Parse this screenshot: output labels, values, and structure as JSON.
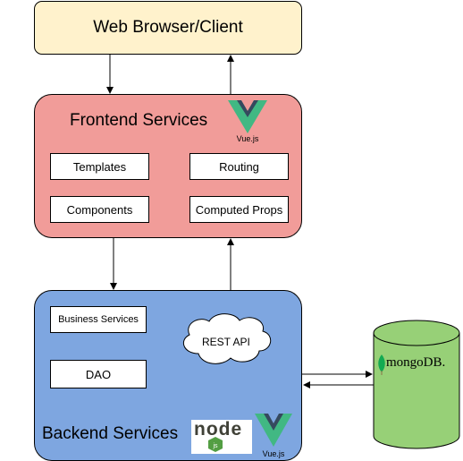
{
  "client": {
    "label": "Web Browser/Client"
  },
  "frontend": {
    "title": "Frontend Services",
    "vue_label": "Vue.js",
    "components": [
      "Templates",
      "Routing",
      "Components",
      "Computed Props"
    ]
  },
  "backend": {
    "title": "Backend Services",
    "components": [
      "Business Services",
      "DAO"
    ],
    "cloud_label": "REST API",
    "vue_label": "Vue.js",
    "node_logo_text": "node"
  },
  "database": {
    "label": "mongoDB."
  },
  "colors": {
    "client_fill": "#fff2cc",
    "frontend_fill": "#f19c99",
    "backend_fill": "#7ea6e0",
    "database_fill": "#97d077",
    "vue_green": "#41b883",
    "vue_dark": "#35495e",
    "node_green": "#539e43",
    "mongo_leaf": "#13aa52"
  },
  "icons": [
    "vue-logo",
    "node-logo",
    "mongodb-leaf",
    "cloud-shape",
    "database-cylinder"
  ]
}
